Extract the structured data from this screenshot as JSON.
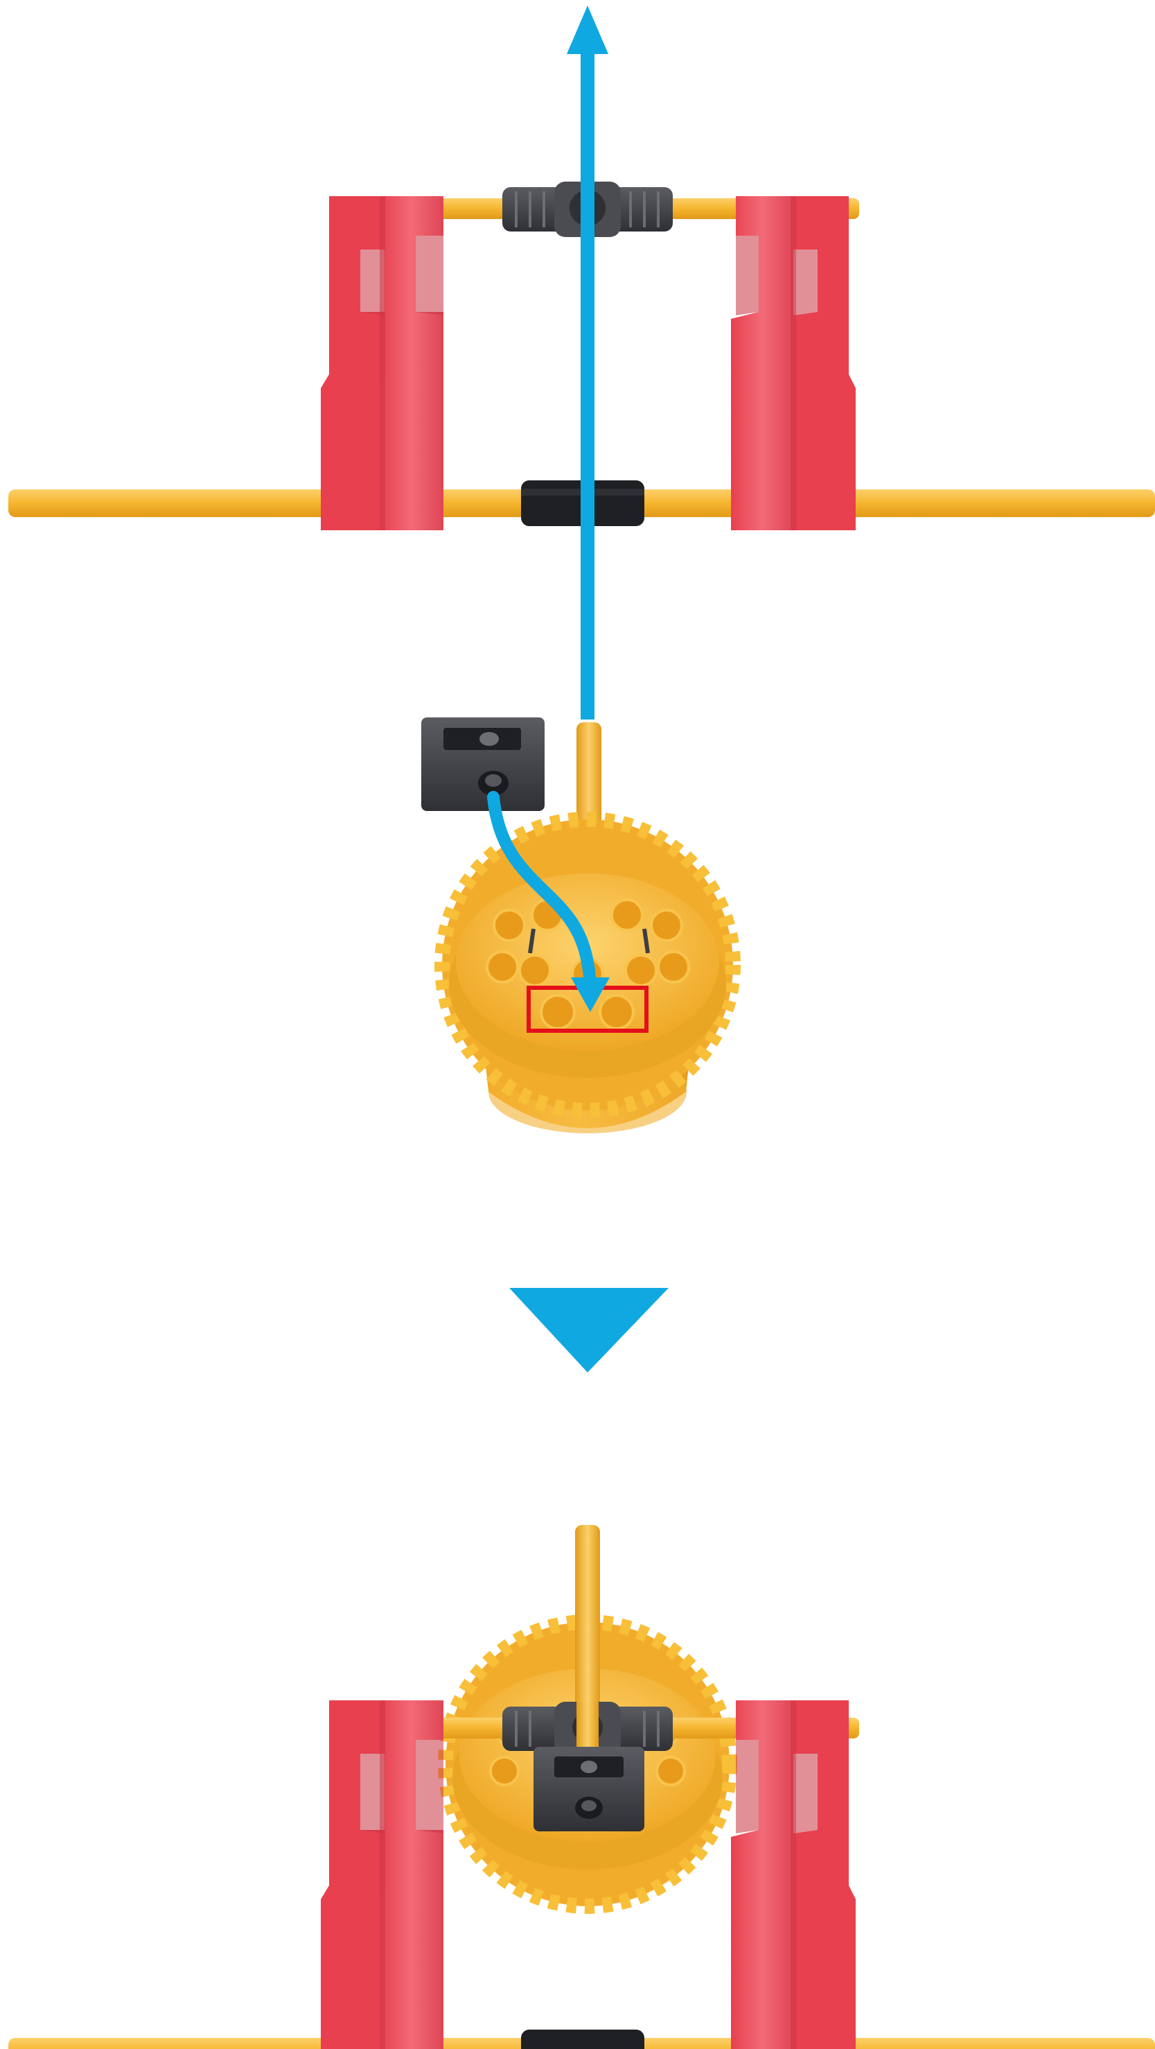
{
  "diagram": {
    "steps": [
      {
        "id": "before",
        "description": ""
      },
      {
        "id": "after",
        "description": ""
      }
    ],
    "parts": [
      "frame-clip-left",
      "frame-clip-right",
      "axle-top",
      "axle-bottom",
      "connector-top",
      "connector-bottom",
      "gear-assembly",
      "beam-block"
    ],
    "colors": {
      "arrow": "#10A8E0",
      "red_part": "#EE4F5E",
      "red_part_dark": "#D8384A",
      "axle": "#F6B52E",
      "axle_dark": "#E19A18",
      "gear": "#F8BF38",
      "gear_dark": "#E9A524",
      "gray_part": "#3C3E42",
      "gray_part_light": "#5A5C61",
      "highlight": "#E3101A",
      "background": "#FFFFFF"
    },
    "icons": [
      "up-arrow-icon",
      "curved-arrow-icon",
      "down-triangle-icon",
      "highlight-box-icon"
    ]
  }
}
